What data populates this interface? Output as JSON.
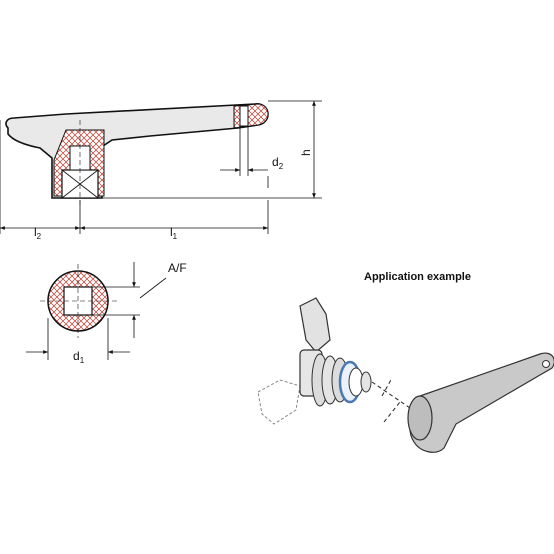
{
  "diagram": {
    "labels": {
      "l2": {
        "main": "l",
        "sub": "2"
      },
      "l1": {
        "main": "l",
        "sub": "1"
      },
      "d2": {
        "main": "d",
        "sub": "2"
      },
      "h": {
        "main": "h"
      },
      "d1": {
        "main": "d",
        "sub": "1"
      },
      "af": {
        "main": "A/F"
      }
    },
    "application_title": "Application example"
  }
}
